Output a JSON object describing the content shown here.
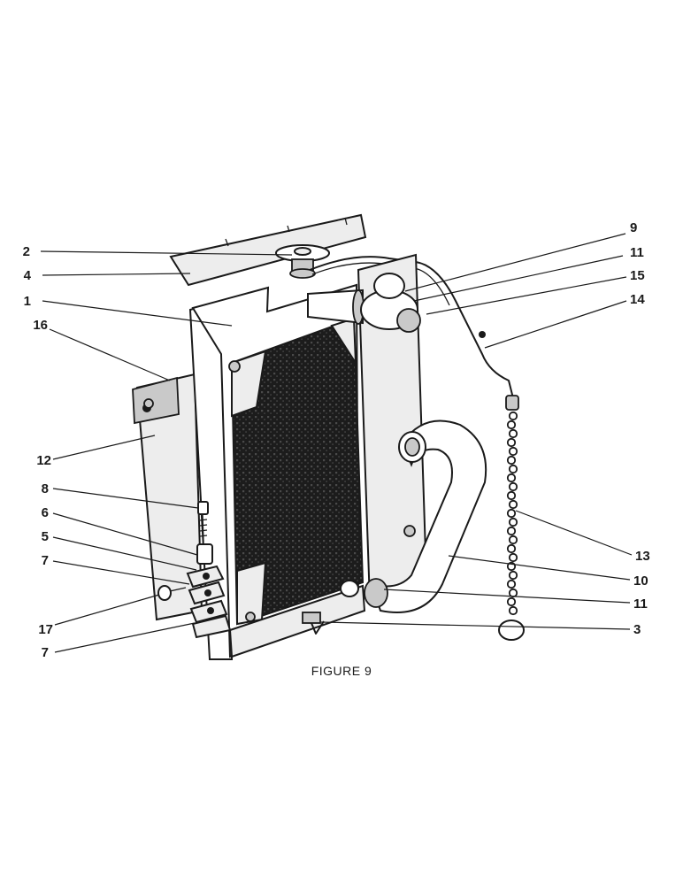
{
  "figure": {
    "caption": "FIGURE 9",
    "callouts": [
      {
        "id": "c2",
        "label": "2"
      },
      {
        "id": "c4",
        "label": "4"
      },
      {
        "id": "c1",
        "label": "1"
      },
      {
        "id": "c16",
        "label": "16"
      },
      {
        "id": "c12",
        "label": "12"
      },
      {
        "id": "c8",
        "label": "8"
      },
      {
        "id": "c6",
        "label": "6"
      },
      {
        "id": "c5",
        "label": "5"
      },
      {
        "id": "c7a",
        "label": "7"
      },
      {
        "id": "c17",
        "label": "17"
      },
      {
        "id": "c7b",
        "label": "7"
      },
      {
        "id": "c9",
        "label": "9"
      },
      {
        "id": "c11a",
        "label": "11"
      },
      {
        "id": "c15",
        "label": "15"
      },
      {
        "id": "c14",
        "label": "14"
      },
      {
        "id": "c13",
        "label": "13"
      },
      {
        "id": "c10",
        "label": "10"
      },
      {
        "id": "c11b",
        "label": "11"
      },
      {
        "id": "c3",
        "label": "3"
      }
    ]
  }
}
